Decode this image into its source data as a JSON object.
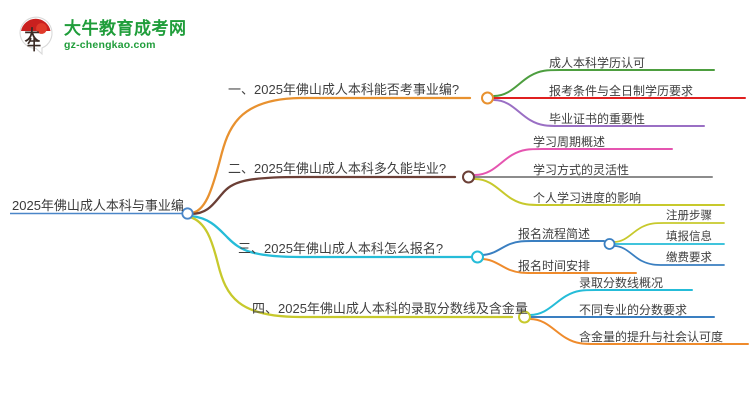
{
  "logo": {
    "mark_text": "大牛",
    "title": "大牛教育成考网",
    "subtitle": "gz-chengkao.com",
    "brand_green": "#1f9d3a",
    "brand_red": "#c9201f"
  },
  "mindmap": {
    "root": {
      "label": "2025年佛山成人本科与事业编",
      "underline_color": "#4a86c8",
      "connector_color": "#4a86c8"
    },
    "branches": [
      {
        "label": "一、2025年佛山成人本科能否考事业编?",
        "color": "#e8912f",
        "connector_color": "#e8912f",
        "children": [
          {
            "label": "成人本科学历认可",
            "color": "#4d9e3f"
          },
          {
            "label": "报考条件与全日制学历要求",
            "color": "#e02020"
          },
          {
            "label": "毕业证书的重要性",
            "color": "#9a6fc4"
          }
        ]
      },
      {
        "label": "二、2025年佛山成人本科多久能毕业?",
        "color": "#6b3f36",
        "connector_color": "#6b3f36",
        "children": [
          {
            "label": "学习周期概述",
            "color": "#e555b0"
          },
          {
            "label": "学习方式的灵活性",
            "color": "#8c8c8c"
          },
          {
            "label": "个人学习进度的影响",
            "color": "#c7c92c"
          }
        ]
      },
      {
        "label": "三、2025年佛山成人本科怎么报名?",
        "color": "#25bcd8",
        "connector_color": "#25bcd8",
        "children": [
          {
            "label": "报名流程简述",
            "color": "#3a7fc1",
            "connector_color": "#3a7fc1",
            "children": [
              {
                "label": "注册步骤",
                "color": "#c7c92c"
              },
              {
                "label": "填报信息",
                "color": "#25bcd8"
              },
              {
                "label": "缴费要求",
                "color": "#3a7fc1"
              }
            ]
          },
          {
            "label": "报名时间安排",
            "color": "#ef8b2c"
          }
        ]
      },
      {
        "label": "四、2025年佛山成人本科的录取分数线及含金量",
        "color": "#c7c92c",
        "connector_color": "#c7c92c",
        "children": [
          {
            "label": "录取分数线概况",
            "color": "#25bcd8"
          },
          {
            "label": "不同专业的分数要求",
            "color": "#3a7fc1"
          },
          {
            "label": "含金量的提升与社会认可度",
            "color": "#ef8b2c"
          }
        ]
      }
    ]
  }
}
